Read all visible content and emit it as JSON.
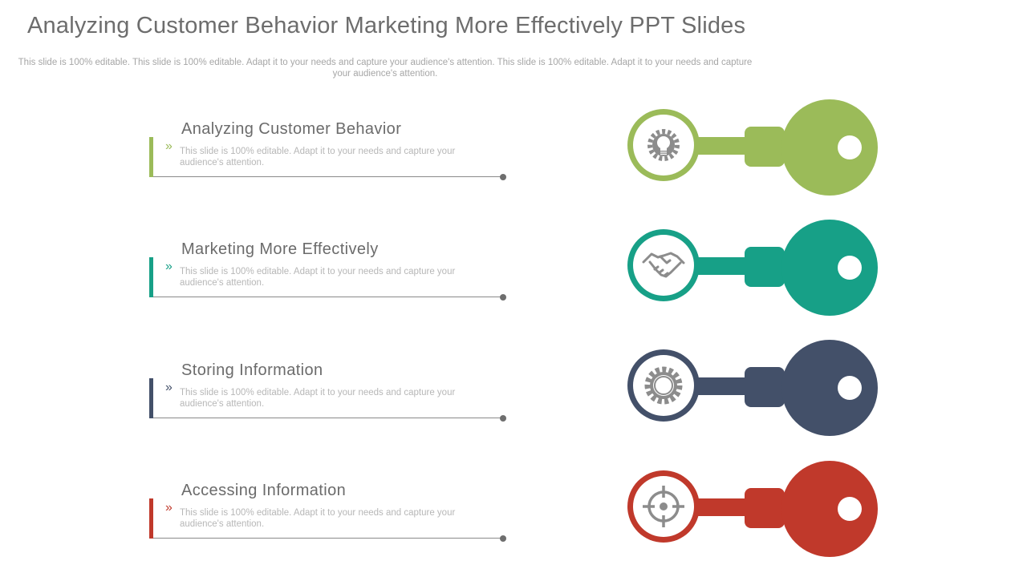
{
  "slide": {
    "title": "Analyzing Customer Behavior Marketing More Effectively PPT Slides",
    "subtitle": "This slide is 100% editable. This slide is 100% editable. Adapt it to your needs and capture your audience's attention. This slide is 100% editable. Adapt it to your needs and capture your audience's attention."
  },
  "colors": {
    "green": "#9bbb59",
    "teal": "#17a087",
    "navy": "#435069",
    "red": "#c0392b",
    "icon_gray": "#8c8c8c"
  },
  "items": [
    {
      "title": "Analyzing Customer Behavior",
      "chevron": "»",
      "desc": "This slide is 100% editable. Adapt it to your needs and capture your audience's attention.",
      "color": "#9bbb59",
      "icon": "lightbulb-gear-icon"
    },
    {
      "title": "Marketing More Effectively",
      "chevron": "»",
      "desc": "This slide is 100% editable. Adapt it to your needs and capture your audience's attention.",
      "color": "#17a087",
      "icon": "handshake-icon"
    },
    {
      "title": "Storing Information",
      "chevron": "»",
      "desc": "This slide is 100% editable. Adapt it to your needs and capture your audience's attention.",
      "color": "#435069",
      "icon": "gear-icon"
    },
    {
      "title": "Accessing Information",
      "chevron": "»",
      "desc": "This slide is 100% editable. Adapt it to your needs and capture your audience's attention.",
      "color": "#c0392b",
      "icon": "target-icon"
    }
  ]
}
